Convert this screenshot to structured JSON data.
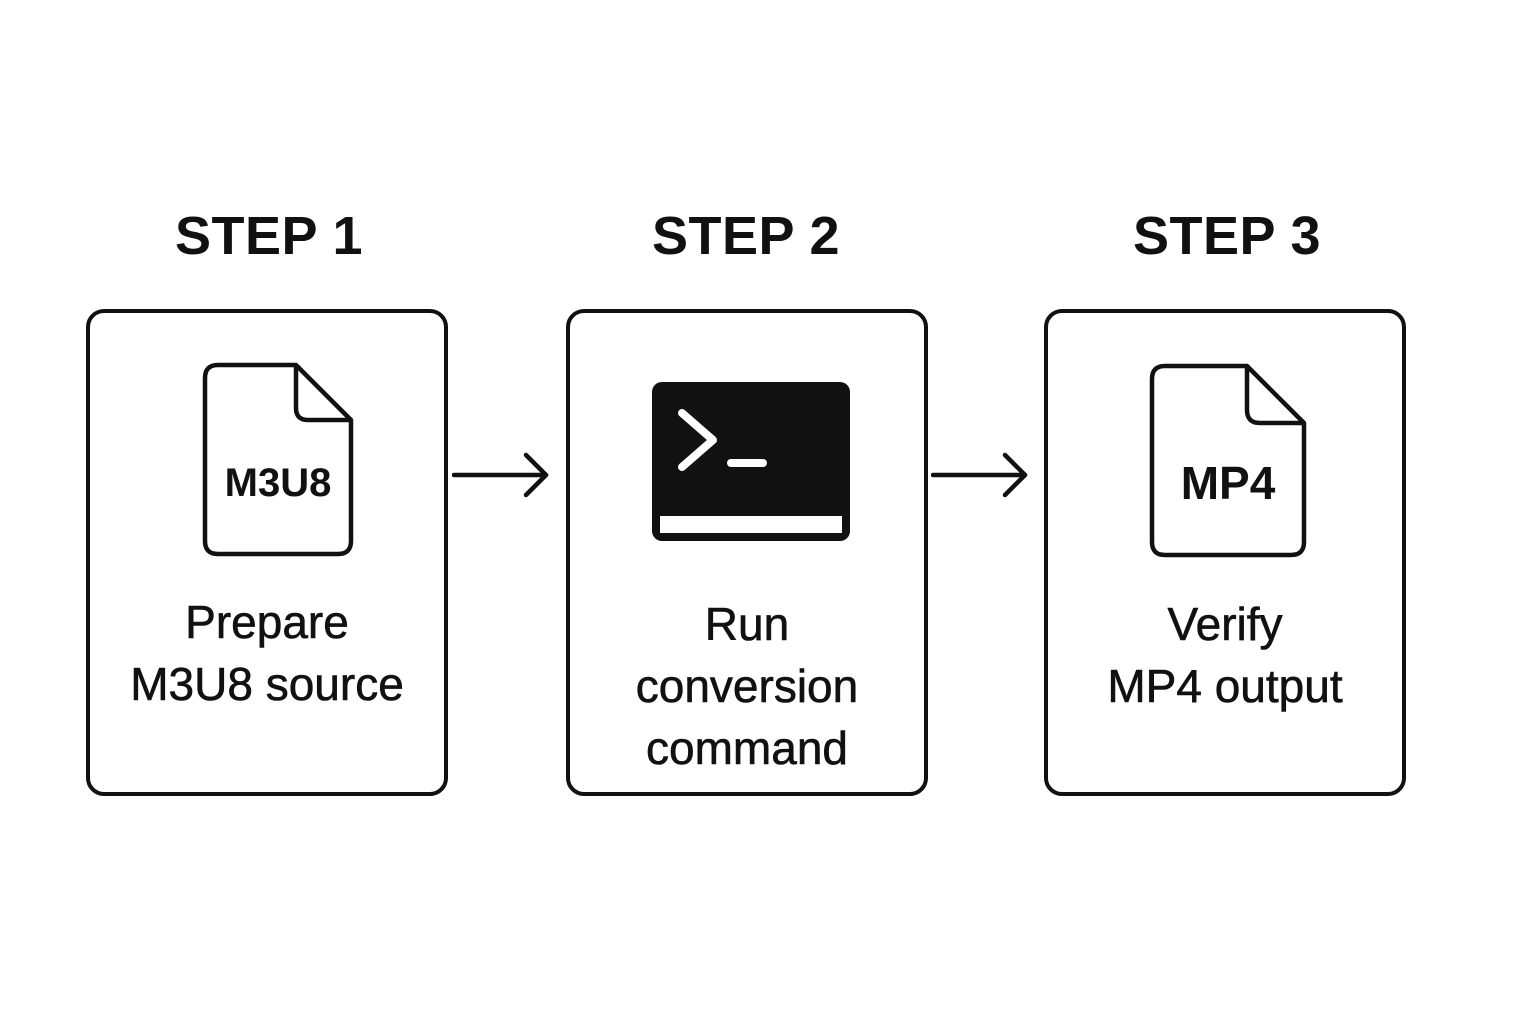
{
  "steps": [
    {
      "heading": "STEP 1",
      "icon": "file-icon",
      "icon_label": "M3U8",
      "caption": [
        "Prepare",
        "M3U8 source"
      ]
    },
    {
      "heading": "STEP 2",
      "icon": "terminal-icon",
      "caption": [
        "Run",
        "conversion",
        "command"
      ]
    },
    {
      "heading": "STEP 3",
      "icon": "file-icon",
      "icon_label": "MP4",
      "caption": [
        "Verify",
        "MP4 output"
      ]
    }
  ],
  "colors": {
    "stroke": "#111111",
    "background": "#ffffff",
    "terminal_text": "#ffffff"
  }
}
